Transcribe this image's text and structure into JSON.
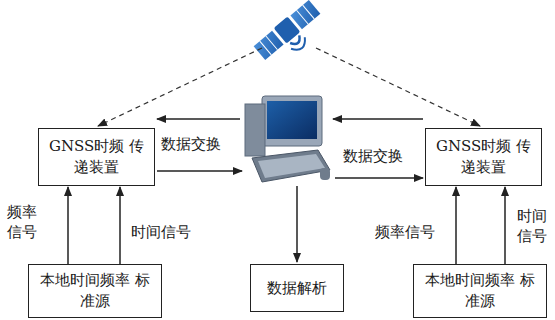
{
  "diagram": {
    "nodes": [
      {
        "text": [
          "GNSS时频 传递装置"
        ]
      },
      {
        "text": [
          "GNSS时频 传递装置"
        ]
      },
      {
        "text": [
          "本地时间频率 标准源"
        ]
      },
      {
        "text": [
          "数据解析"
        ]
      },
      {
        "text": [
          "本地时间频率 标准源"
        ]
      }
    ],
    "edges": [
      {
        "from": 2,
        "to": 0,
        "arrow": "to",
        "label": "频率 信号"
      },
      {
        "from": 2,
        "to": 0,
        "arrow": "to",
        "label": "时间信号"
      },
      {
        "from": 4,
        "to": 1,
        "arrow": "to",
        "label": "频率信号"
      },
      {
        "from": 4,
        "to": 1,
        "arrow": "to",
        "label": "时间 信号"
      }
    ],
    "labels": [
      "数据交换",
      "数据交换"
    ]
  }
}
